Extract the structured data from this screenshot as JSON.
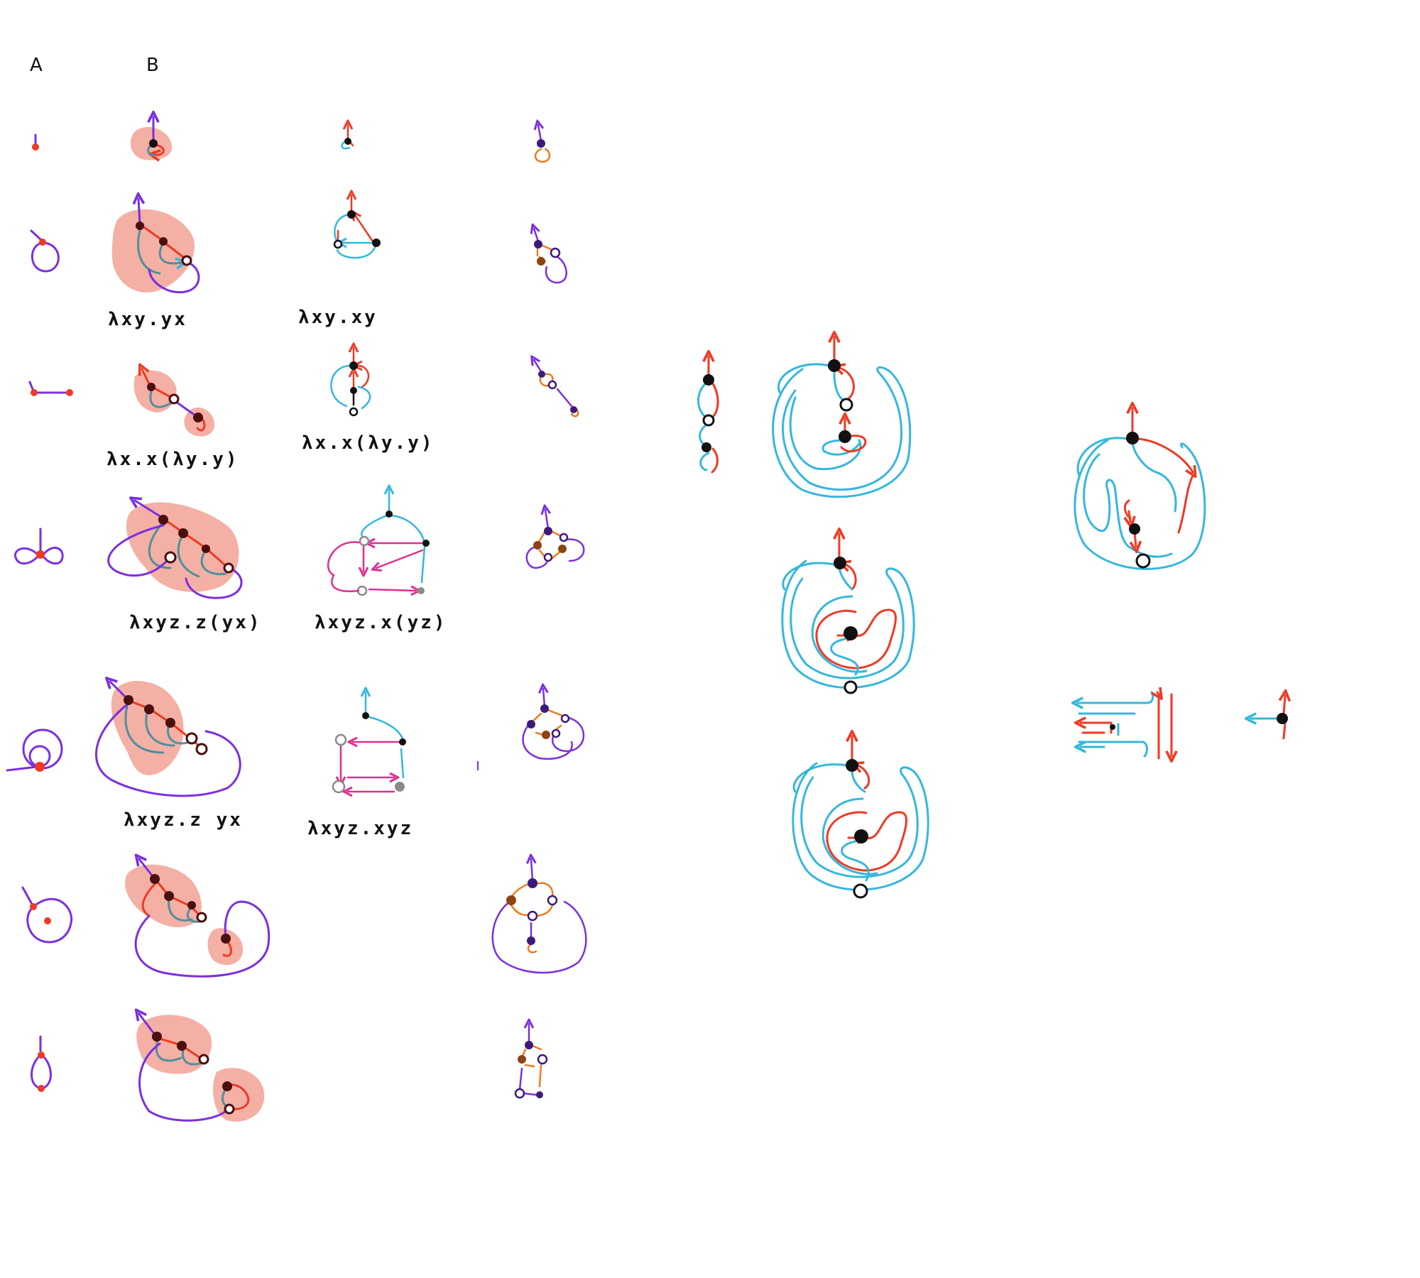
{
  "columns": {
    "a": "A",
    "b": "B"
  },
  "terms": {
    "r2_b": "λxy.yx",
    "r2_c": "λxy.xy",
    "r3_b": "λx.x(λy.y)",
    "r3_c": "λx.x(λy.y)",
    "r4_b": "λxyz.z(yx)",
    "r4_c": "λxyz.x(yz)",
    "r5_b": "λxyz.z yx",
    "r5_c": "λxyz.xyz"
  },
  "colors": {
    "purple": "#7b2fe0",
    "red": "#ee3a24",
    "cyan": "#35b7dd",
    "teal": "#4f8fa0",
    "magenta": "#df2f8f",
    "orange": "#f07a1e",
    "brown": "#8b4513",
    "blob": "#f4b0a4",
    "node": "#111111",
    "darknode": "#4a0f0f",
    "indigo": "#3d1a7a",
    "grey": "#8a8a8a"
  }
}
